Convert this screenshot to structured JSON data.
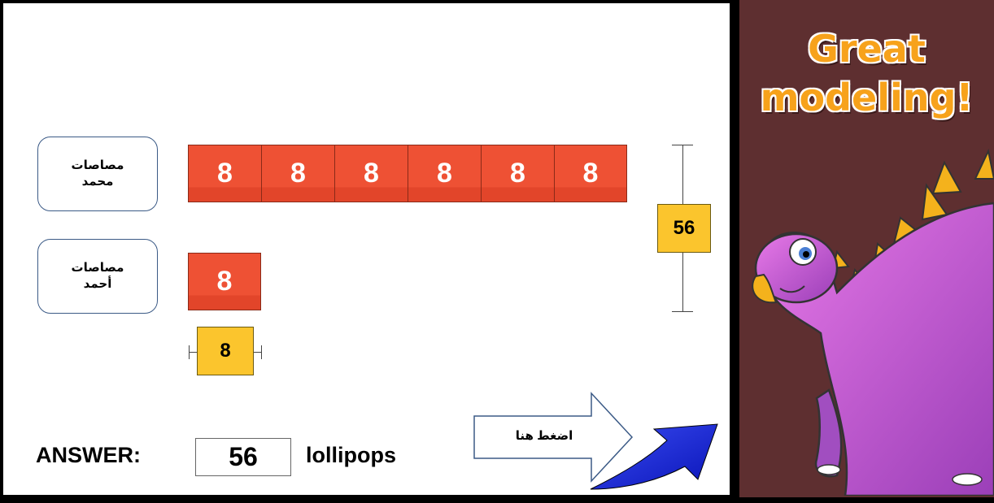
{
  "labels": {
    "mohammad": [
      "مصاصات",
      "محمد"
    ],
    "ahmad": [
      "مصاصات",
      "أحمد"
    ]
  },
  "mohammad_bar": [
    "8",
    "8",
    "8",
    "8",
    "8",
    "8"
  ],
  "ahmad_bar": [
    "8"
  ],
  "total_tag": "56",
  "unit_tag": "8",
  "answer": {
    "label": "ANSWER:",
    "value": "56",
    "unit": "lollipops"
  },
  "buttons": {
    "press_here": "اضغط هنا"
  },
  "feedback": {
    "line1": "Great",
    "line2": "modeling!"
  },
  "colors": {
    "bar": "#ee5134",
    "tag": "#fbc52d",
    "side_panel": "#5e2f30",
    "feedback_text": "#f7a21b",
    "next_arrow": "#1524e6"
  },
  "icons": {
    "press_arrow": "outline-arrow-right",
    "next_arrow": "blue-curved-arrow",
    "mascot": "dinosaur"
  }
}
